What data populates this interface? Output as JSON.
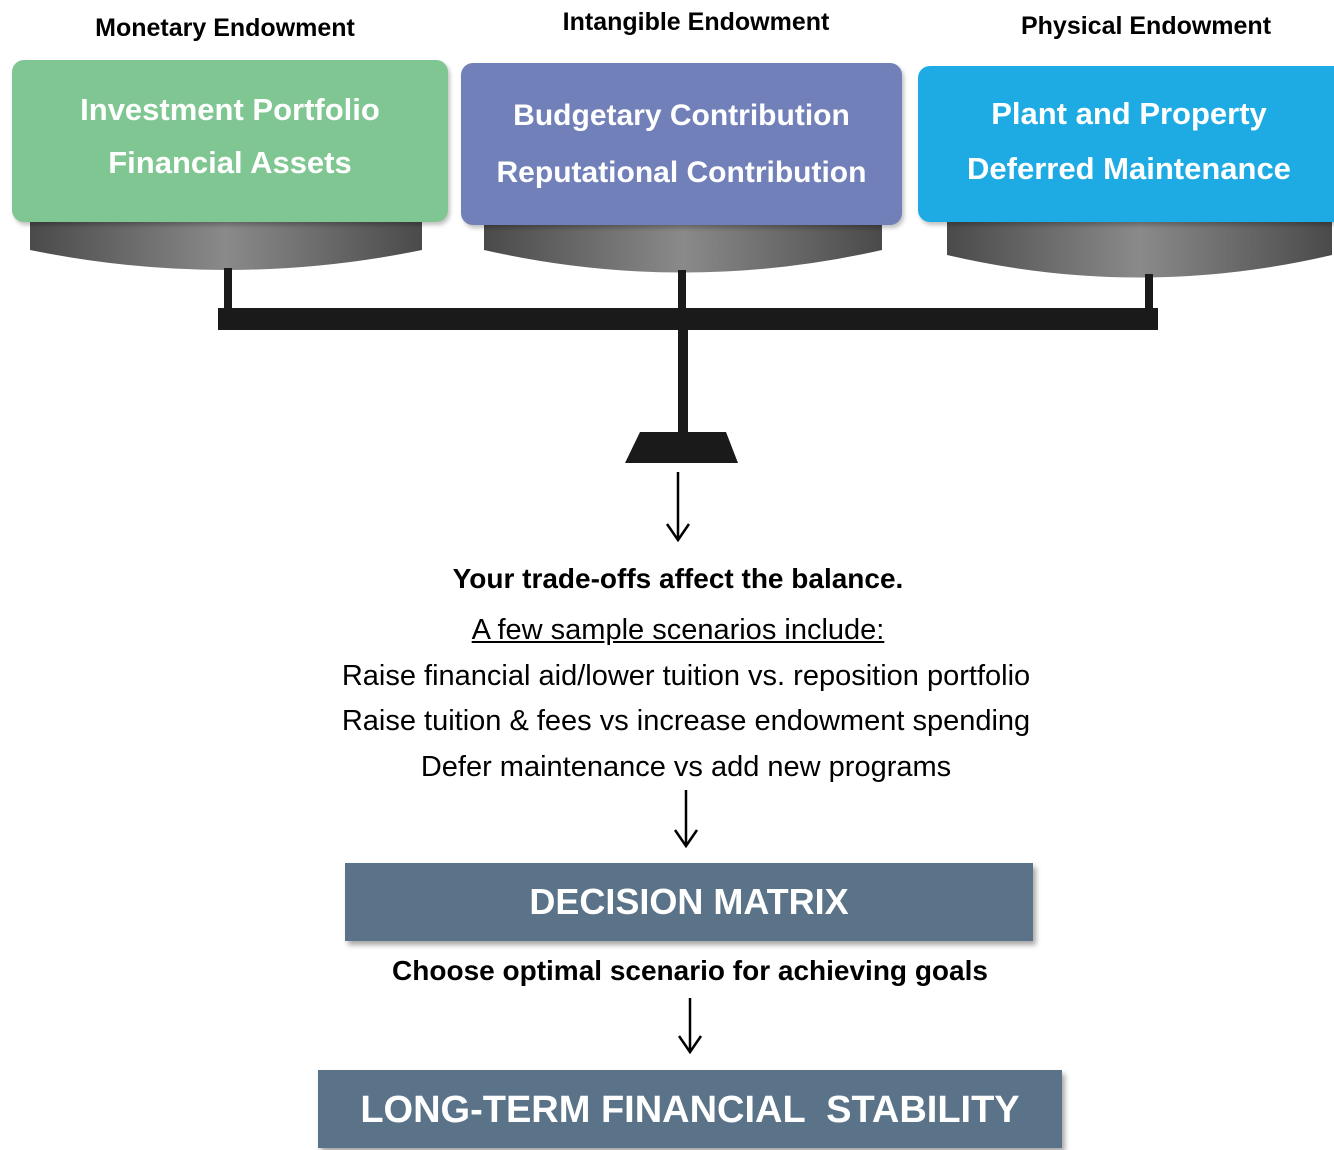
{
  "categories": [
    {
      "label": "Monetary Endowment",
      "lines": [
        "Investment Portfolio",
        "Financial Assets"
      ],
      "color": "#80c692"
    },
    {
      "label": "Intangible Endowment",
      "lines": [
        "Budgetary Contribution",
        "Reputational Contribution"
      ],
      "color": "#7280b9"
    },
    {
      "label": "Physical Endowment",
      "lines": [
        "Plant and Property",
        "Deferred Maintenance"
      ],
      "color": "#1eabe3"
    }
  ],
  "tradeoffs": {
    "heading": "Your trade-offs affect the balance.",
    "subheading": "A few sample scenarios include:",
    "scenarios": [
      "Raise financial aid/lower tuition vs. reposition portfolio",
      "Raise tuition & fees vs increase endowment spending",
      "Defer maintenance vs add new programs"
    ]
  },
  "decision": {
    "label": "DECISION MATRIX",
    "caption": "Choose optimal scenario for achieving goals"
  },
  "outcome": {
    "label": "LONG-TERM FINANCIAL  STABILITY"
  },
  "colors": {
    "bar": "#5b7389",
    "scale": "#1a1a1a",
    "pan": "#6e6e6e"
  }
}
